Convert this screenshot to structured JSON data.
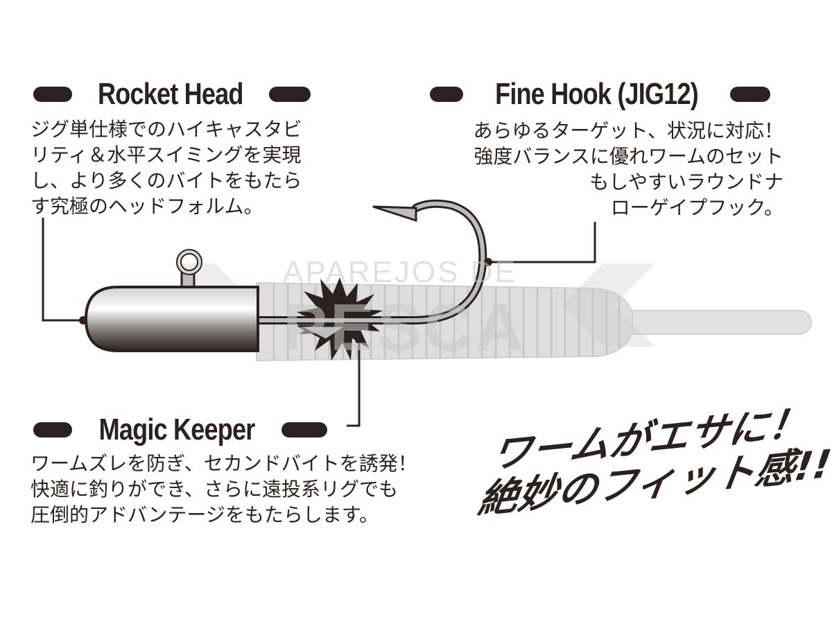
{
  "rocket_head": {
    "title": "Rocket Head",
    "lines": [
      "ジグ単仕様でのハイキャスタビ",
      "リティ＆水平スイミングを実現",
      "し、より多くのバイトをもたら",
      "す究極のヘッドフォルム。"
    ]
  },
  "fine_hook": {
    "title": "Fine Hook (JIG12)",
    "lines": [
      "あらゆるターゲット、状況に対応！",
      "強度バランスに優れワームのセット",
      "もしやすいラウンドナ",
      "ローゲイプフック。"
    ]
  },
  "magic_keeper": {
    "title": "Magic Keeper",
    "lines": [
      "ワームズレを防ぎ、セカンドバイトを誘発！",
      "快適に釣りができ、さらに遠投系リグでも",
      "圧倒的アドバンテージをもたらします。"
    ]
  },
  "slogan": {
    "line1": "ワームがエサに！",
    "line2": "絶妙のフィット感!!"
  },
  "watermark": {
    "line1": "APAREJOS DE",
    "line2": "PESCA"
  },
  "colors": {
    "ink": "#2a2120",
    "worm": "#d4d4d4",
    "hook": "#8e8e8e"
  }
}
